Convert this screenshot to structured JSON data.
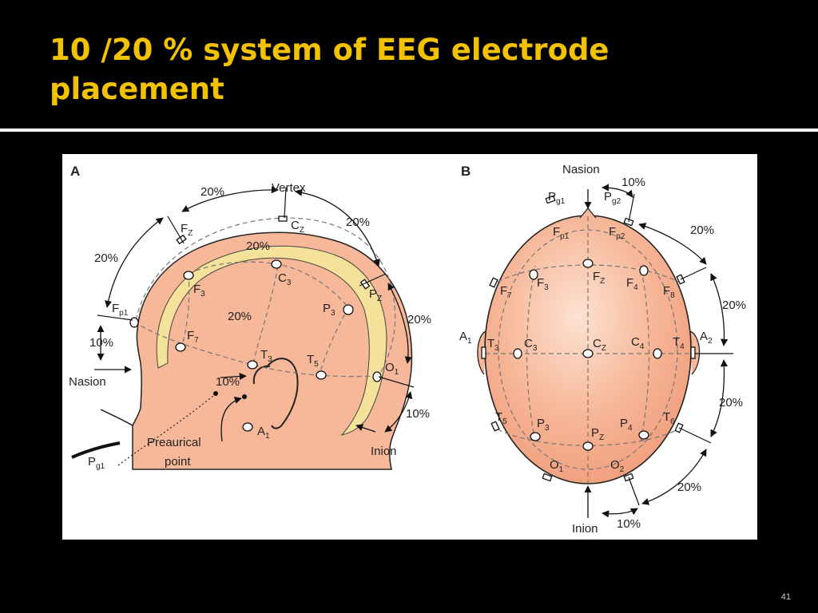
{
  "slide": {
    "title_lines": [
      "10 /20 % system of EEG electrode",
      "placement"
    ],
    "page_number": "41"
  },
  "colors": {
    "background": "#000000",
    "title": "#f2c200",
    "skin": "#f7b89a",
    "bone": "#f5e29a"
  },
  "panel_a": {
    "label": "A",
    "landmarks": {
      "vertex": "Vertex",
      "nasion": "Nasion",
      "inion": "Inion",
      "preauricular": [
        "Preaurical",
        "point"
      ]
    },
    "percent_labels": {
      "p1": "20%",
      "p2": "20%",
      "p3": "20%",
      "p4": "20%",
      "p5": "20%",
      "p6": "20%",
      "p7": "10%",
      "p8": "10%",
      "p9": "10%"
    },
    "electrodes": {
      "fz": {
        "main": "F",
        "sub": "Z"
      },
      "cz": {
        "main": "C",
        "sub": "Z"
      },
      "pz": {
        "main": "P",
        "sub": "Z"
      },
      "fp1": {
        "main": "F",
        "sub": "p1"
      },
      "f3": {
        "main": "F",
        "sub": "3"
      },
      "c3": {
        "main": "C",
        "sub": "3"
      },
      "p3": {
        "main": "P",
        "sub": "3"
      },
      "f7": {
        "main": "F",
        "sub": "7"
      },
      "t3": {
        "main": "T",
        "sub": "3"
      },
      "t5": {
        "main": "T",
        "sub": "5"
      },
      "o1": {
        "main": "O",
        "sub": "1"
      },
      "a1": {
        "main": "A",
        "sub": "1"
      },
      "pg1": {
        "main": "P",
        "sub": "g1"
      }
    }
  },
  "panel_b": {
    "label": "B",
    "landmarks": {
      "nasion": "Nasion",
      "inion": "Inion"
    },
    "percent_labels": {
      "top": "10%",
      "r1": "20%",
      "r2": "20%",
      "r3": "20%",
      "bottom_right": "20%",
      "bottom": "10%"
    },
    "electrodes": {
      "pg1": {
        "main": "P",
        "sub": "g1"
      },
      "pg2": {
        "main": "P",
        "sub": "g2"
      },
      "fp1": {
        "main": "F",
        "sub": "p1"
      },
      "fp2": {
        "main": "F",
        "sub": "p2"
      },
      "f7": {
        "main": "F",
        "sub": "7"
      },
      "f3": {
        "main": "F",
        "sub": "3"
      },
      "fz": {
        "main": "F",
        "sub": "Z"
      },
      "f4": {
        "main": "F",
        "sub": "4"
      },
      "f8": {
        "main": "F",
        "sub": "8"
      },
      "a1": {
        "main": "A",
        "sub": "1"
      },
      "t3": {
        "main": "T",
        "sub": "3"
      },
      "c3": {
        "main": "C",
        "sub": "3"
      },
      "cz": {
        "main": "C",
        "sub": "Z"
      },
      "c4": {
        "main": "C",
        "sub": "4"
      },
      "t4": {
        "main": "T",
        "sub": "4"
      },
      "a2": {
        "main": "A",
        "sub": "2"
      },
      "t5": {
        "main": "T",
        "sub": "5"
      },
      "p3": {
        "main": "P",
        "sub": "3"
      },
      "pz": {
        "main": "P",
        "sub": "Z"
      },
      "p4": {
        "main": "P",
        "sub": "4"
      },
      "t6": {
        "main": "T",
        "sub": "6"
      },
      "o1": {
        "main": "O",
        "sub": "1"
      },
      "o2": {
        "main": "O",
        "sub": "2"
      }
    }
  }
}
